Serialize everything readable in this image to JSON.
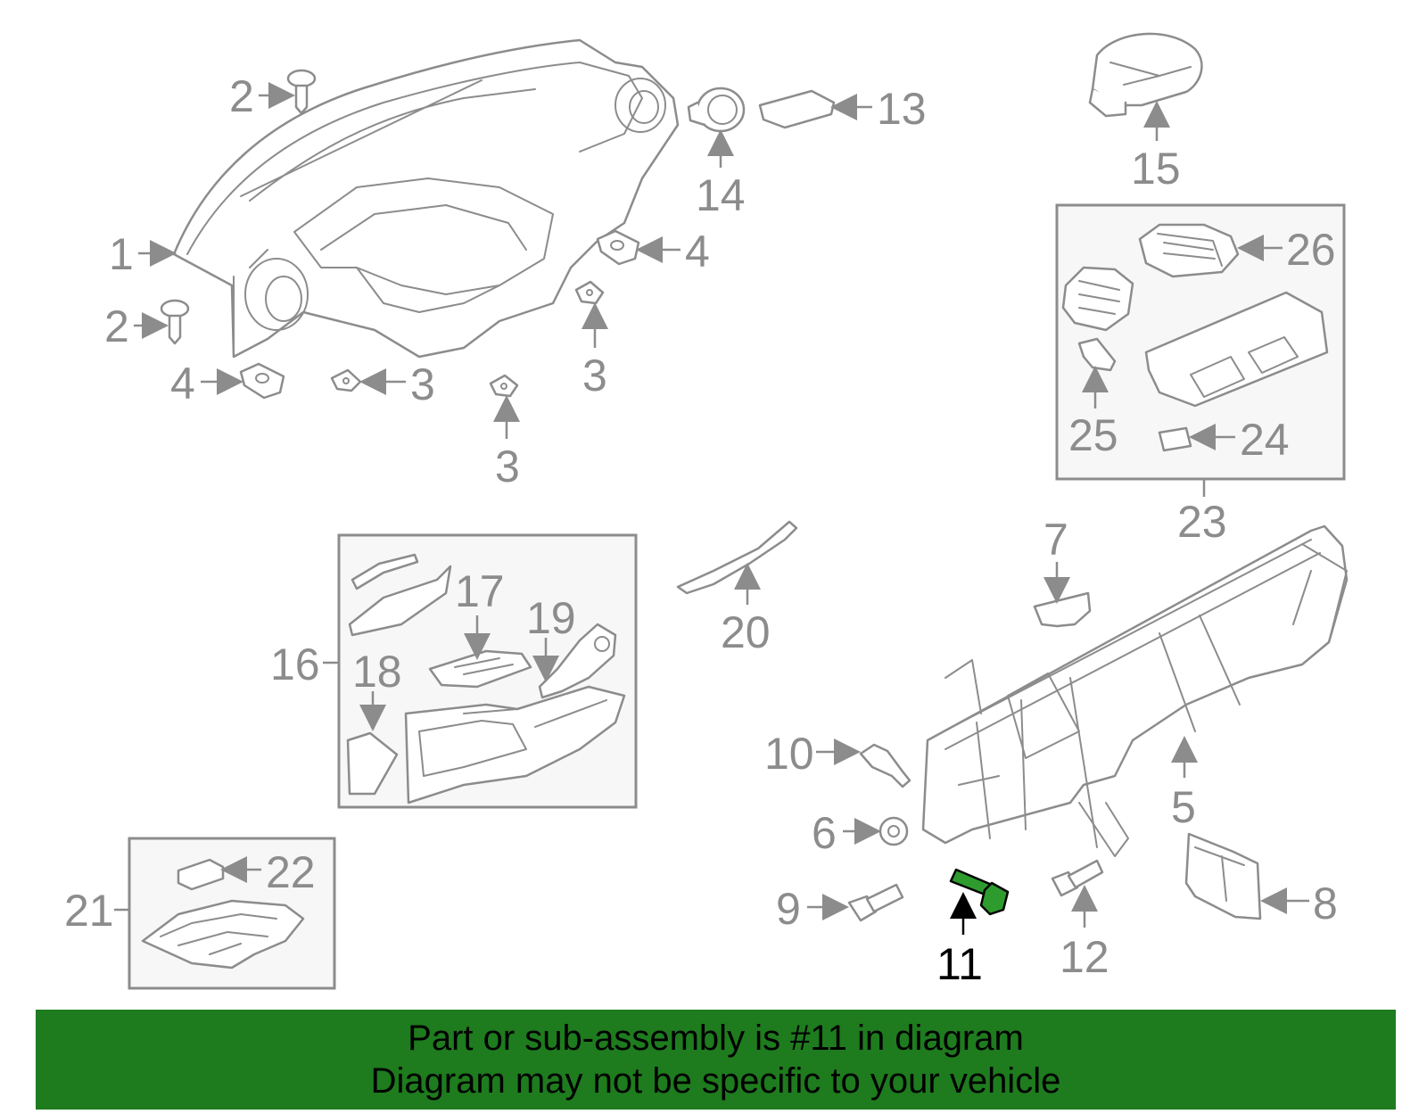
{
  "callouts": {
    "c1": "1",
    "c2a": "2",
    "c2b": "2",
    "c3a": "3",
    "c3b": "3",
    "c3c": "3",
    "c4a": "4",
    "c4b": "4",
    "c5": "5",
    "c6": "6",
    "c7": "7",
    "c8": "8",
    "c9": "9",
    "c10": "10",
    "c11": "11",
    "c12": "12",
    "c13": "13",
    "c14": "14",
    "c15": "15",
    "c16": "16",
    "c17": "17",
    "c18": "18",
    "c19": "19",
    "c20": "20",
    "c21": "21",
    "c22": "22",
    "c23": "23",
    "c24": "24",
    "c25": "25",
    "c26": "26"
  },
  "highlight": {
    "part_number": "11",
    "color": "#1e7b1e",
    "part_fill": "#2e9b2e"
  },
  "banner": {
    "line1": "Part or sub-assembly is #11 in diagram",
    "line2": "Diagram may not be specific to your vehicle",
    "background": "#1e7b1e"
  }
}
